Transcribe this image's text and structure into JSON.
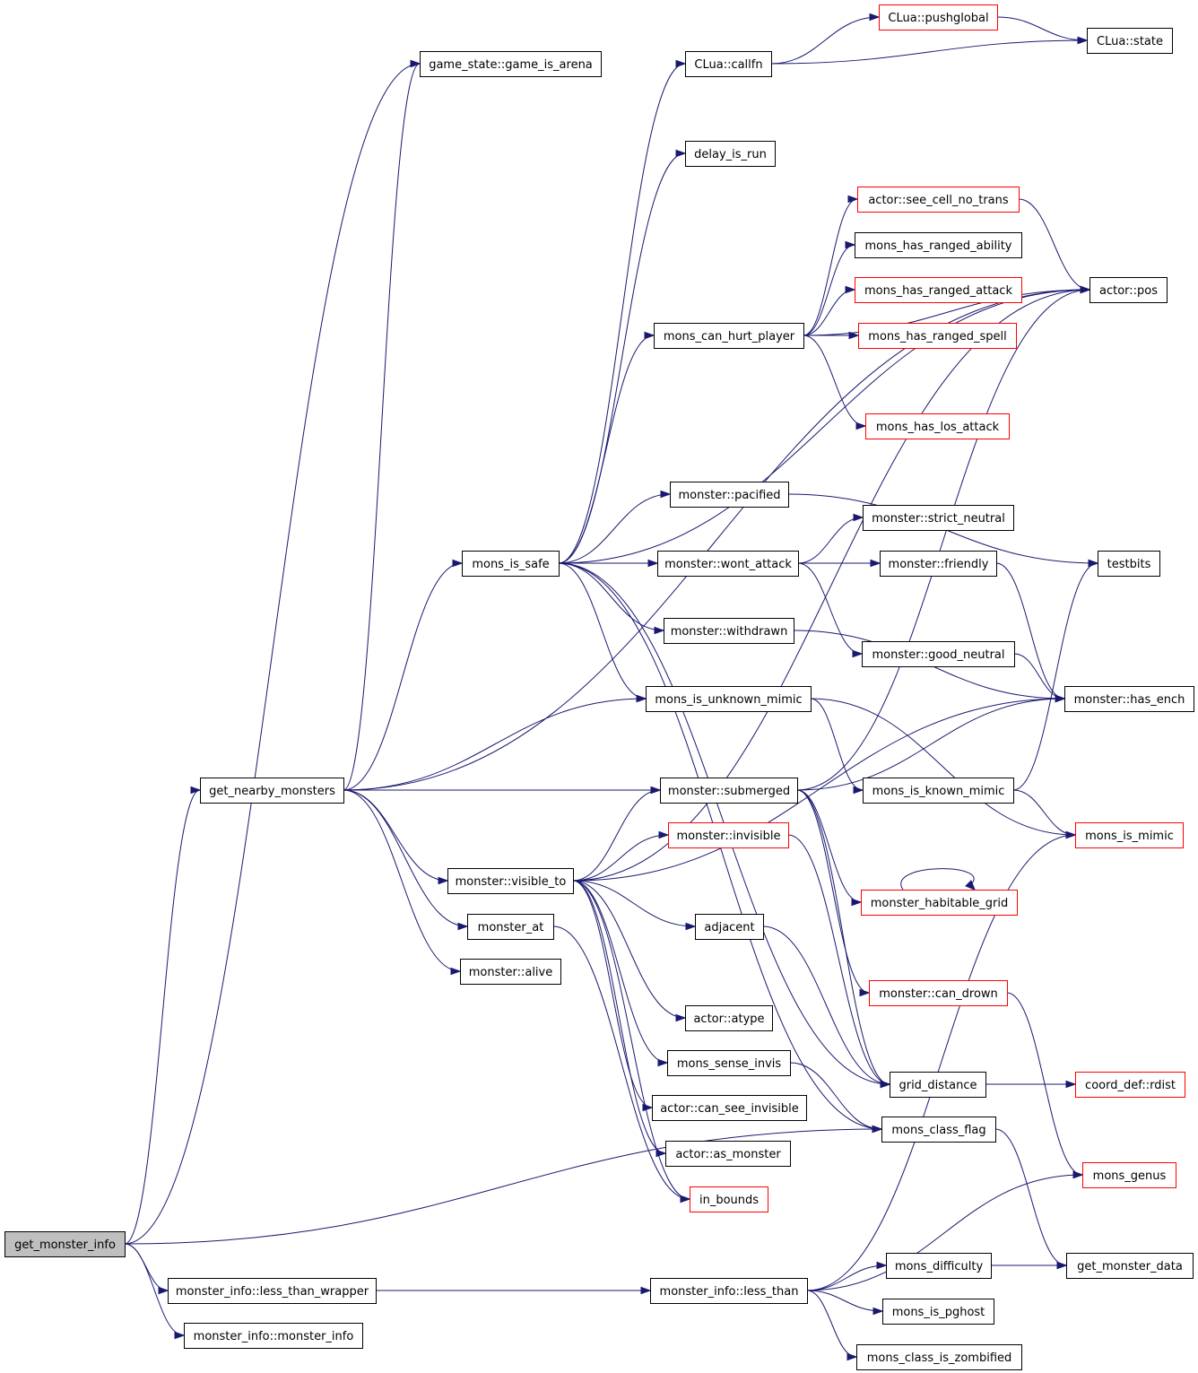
{
  "colors": {
    "edge": "#191970",
    "node_border_default": "#000000",
    "node_border_truncated": "#ff0000",
    "root_fill": "#bfbfbf",
    "node_fill": "#ffffff",
    "background": "#ffffff"
  },
  "nodes": [
    {
      "id": "n_get_monster_info",
      "label": "get_monster_info",
      "border": "black",
      "root": true
    },
    {
      "id": "n_game_is_arena",
      "label": "game_state::game_is_arena",
      "border": "black"
    },
    {
      "id": "n_get_nearby_monsters",
      "label": "get_nearby_monsters",
      "border": "black"
    },
    {
      "id": "n_mons_is_safe",
      "label": "mons_is_safe",
      "border": "black"
    },
    {
      "id": "n_clua_callfn",
      "label": "CLua::callfn",
      "border": "black"
    },
    {
      "id": "n_clua_pushglobal",
      "label": "CLua::pushglobal",
      "border": "red"
    },
    {
      "id": "n_clua_state",
      "label": "CLua::state",
      "border": "black"
    },
    {
      "id": "n_delay_is_run",
      "label": "delay_is_run",
      "border": "black"
    },
    {
      "id": "n_actor_see_cell_no_trans",
      "label": "actor::see_cell_no_trans",
      "border": "red"
    },
    {
      "id": "n_mons_has_ranged_ability",
      "label": "mons_has_ranged_ability",
      "border": "black"
    },
    {
      "id": "n_mons_has_ranged_attack",
      "label": "mons_has_ranged_attack",
      "border": "red"
    },
    {
      "id": "n_mons_has_ranged_spell",
      "label": "mons_has_ranged_spell",
      "border": "red"
    },
    {
      "id": "n_mons_can_hurt_player",
      "label": "mons_can_hurt_player",
      "border": "black"
    },
    {
      "id": "n_actor_pos",
      "label": "actor::pos",
      "border": "black"
    },
    {
      "id": "n_mons_has_los_attack",
      "label": "mons_has_los_attack",
      "border": "red"
    },
    {
      "id": "n_monster_pacified",
      "label": "monster::pacified",
      "border": "black"
    },
    {
      "id": "n_monster_strict_neutral",
      "label": "monster::strict_neutral",
      "border": "black"
    },
    {
      "id": "n_monster_wont_attack",
      "label": "monster::wont_attack",
      "border": "black"
    },
    {
      "id": "n_monster_friendly",
      "label": "monster::friendly",
      "border": "black"
    },
    {
      "id": "n_testbits",
      "label": "testbits",
      "border": "black"
    },
    {
      "id": "n_monster_withdrawn",
      "label": "monster::withdrawn",
      "border": "black"
    },
    {
      "id": "n_monster_good_neutral",
      "label": "monster::good_neutral",
      "border": "black"
    },
    {
      "id": "n_mons_is_unknown_mimic",
      "label": "mons_is_unknown_mimic",
      "border": "black"
    },
    {
      "id": "n_monster_has_ench",
      "label": "monster::has_ench",
      "border": "black"
    },
    {
      "id": "n_monster_submerged",
      "label": "monster::submerged",
      "border": "black"
    },
    {
      "id": "n_mons_is_known_mimic",
      "label": "mons_is_known_mimic",
      "border": "black"
    },
    {
      "id": "n_monster_invisible",
      "label": "monster::invisible",
      "border": "red"
    },
    {
      "id": "n_mons_is_mimic",
      "label": "mons_is_mimic",
      "border": "red"
    },
    {
      "id": "n_monster_visible_to",
      "label": "monster::visible_to",
      "border": "black"
    },
    {
      "id": "n_monster_habitable_grid",
      "label": "monster_habitable_grid",
      "border": "red"
    },
    {
      "id": "n_monster_at",
      "label": "monster_at",
      "border": "black"
    },
    {
      "id": "n_adjacent",
      "label": "adjacent",
      "border": "black"
    },
    {
      "id": "n_monster_alive",
      "label": "monster::alive",
      "border": "black"
    },
    {
      "id": "n_monster_can_drown",
      "label": "monster::can_drown",
      "border": "red"
    },
    {
      "id": "n_actor_atype",
      "label": "actor::atype",
      "border": "black"
    },
    {
      "id": "n_mons_sense_invis",
      "label": "mons_sense_invis",
      "border": "black"
    },
    {
      "id": "n_grid_distance",
      "label": "grid_distance",
      "border": "black"
    },
    {
      "id": "n_coord_def_rdist",
      "label": "coord_def::rdist",
      "border": "red"
    },
    {
      "id": "n_actor_can_see_invisible",
      "label": "actor::can_see_invisible",
      "border": "black"
    },
    {
      "id": "n_mons_class_flag",
      "label": "mons_class_flag",
      "border": "black"
    },
    {
      "id": "n_actor_as_monster",
      "label": "actor::as_monster",
      "border": "black"
    },
    {
      "id": "n_mons_genus",
      "label": "mons_genus",
      "border": "red"
    },
    {
      "id": "n_in_bounds",
      "label": "in_bounds",
      "border": "red"
    },
    {
      "id": "n_mons_difficulty",
      "label": "mons_difficulty",
      "border": "black"
    },
    {
      "id": "n_get_monster_data",
      "label": "get_monster_data",
      "border": "black"
    },
    {
      "id": "n_less_than_wrapper",
      "label": "monster_info::less_than_wrapper",
      "border": "black"
    },
    {
      "id": "n_less_than",
      "label": "monster_info::less_than",
      "border": "black"
    },
    {
      "id": "n_mons_is_pghost",
      "label": "mons_is_pghost",
      "border": "black"
    },
    {
      "id": "n_monster_info_ctor",
      "label": "monster_info::monster_info",
      "border": "black"
    },
    {
      "id": "n_mons_class_is_zombified",
      "label": "mons_class_is_zombified",
      "border": "black"
    }
  ],
  "edges": [
    [
      "n_get_monster_info",
      "n_game_is_arena"
    ],
    [
      "n_get_monster_info",
      "n_get_nearby_monsters"
    ],
    [
      "n_get_monster_info",
      "n_mons_class_flag"
    ],
    [
      "n_get_monster_info",
      "n_less_than_wrapper"
    ],
    [
      "n_get_monster_info",
      "n_monster_info_ctor"
    ],
    [
      "n_get_nearby_monsters",
      "n_game_is_arena"
    ],
    [
      "n_get_nearby_monsters",
      "n_mons_is_safe"
    ],
    [
      "n_get_nearby_monsters",
      "n_mons_is_unknown_mimic"
    ],
    [
      "n_get_nearby_monsters",
      "n_monster_submerged"
    ],
    [
      "n_get_nearby_monsters",
      "n_monster_visible_to"
    ],
    [
      "n_get_nearby_monsters",
      "n_monster_at"
    ],
    [
      "n_get_nearby_monsters",
      "n_monster_alive"
    ],
    [
      "n_get_nearby_monsters",
      "n_actor_pos"
    ],
    [
      "n_mons_is_safe",
      "n_clua_callfn"
    ],
    [
      "n_mons_is_safe",
      "n_delay_is_run"
    ],
    [
      "n_mons_is_safe",
      "n_actor_pos"
    ],
    [
      "n_mons_is_safe",
      "n_mons_can_hurt_player"
    ],
    [
      "n_mons_is_safe",
      "n_monster_pacified"
    ],
    [
      "n_mons_is_safe",
      "n_monster_wont_attack"
    ],
    [
      "n_mons_is_safe",
      "n_monster_withdrawn"
    ],
    [
      "n_mons_is_safe",
      "n_mons_is_unknown_mimic"
    ],
    [
      "n_mons_is_safe",
      "n_grid_distance"
    ],
    [
      "n_mons_is_safe",
      "n_mons_class_flag"
    ],
    [
      "n_clua_callfn",
      "n_clua_pushglobal"
    ],
    [
      "n_clua_callfn",
      "n_clua_state"
    ],
    [
      "n_clua_pushglobal",
      "n_clua_state"
    ],
    [
      "n_mons_can_hurt_player",
      "n_actor_see_cell_no_trans"
    ],
    [
      "n_mons_can_hurt_player",
      "n_mons_has_ranged_ability"
    ],
    [
      "n_mons_can_hurt_player",
      "n_mons_has_ranged_attack"
    ],
    [
      "n_mons_can_hurt_player",
      "n_mons_has_ranged_spell"
    ],
    [
      "n_mons_can_hurt_player",
      "n_actor_pos"
    ],
    [
      "n_mons_can_hurt_player",
      "n_mons_has_los_attack"
    ],
    [
      "n_actor_see_cell_no_trans",
      "n_actor_pos"
    ],
    [
      "n_monster_pacified",
      "n_testbits"
    ],
    [
      "n_monster_wont_attack",
      "n_monster_strict_neutral"
    ],
    [
      "n_monster_wont_attack",
      "n_monster_friendly"
    ],
    [
      "n_monster_wont_attack",
      "n_monster_good_neutral"
    ],
    [
      "n_monster_friendly",
      "n_monster_has_ench"
    ],
    [
      "n_monster_good_neutral",
      "n_monster_has_ench"
    ],
    [
      "n_monster_withdrawn",
      "n_monster_has_ench"
    ],
    [
      "n_mons_is_unknown_mimic",
      "n_mons_is_known_mimic"
    ],
    [
      "n_mons_is_unknown_mimic",
      "n_mons_is_mimic"
    ],
    [
      "n_mons_is_known_mimic",
      "n_testbits"
    ],
    [
      "n_mons_is_known_mimic",
      "n_mons_is_mimic"
    ],
    [
      "n_monster_submerged",
      "n_actor_pos"
    ],
    [
      "n_monster_submerged",
      "n_monster_habitable_grid"
    ],
    [
      "n_monster_submerged",
      "n_monster_can_drown"
    ],
    [
      "n_monster_submerged",
      "n_monster_has_ench"
    ],
    [
      "n_monster_submerged",
      "n_grid_distance"
    ],
    [
      "n_monster_habitable_grid",
      "n_monster_habitable_grid"
    ],
    [
      "n_monster_invisible",
      "n_grid_distance"
    ],
    [
      "n_monster_visible_to",
      "n_actor_pos"
    ],
    [
      "n_monster_visible_to",
      "n_monster_submerged"
    ],
    [
      "n_monster_visible_to",
      "n_monster_invisible"
    ],
    [
      "n_monster_visible_to",
      "n_adjacent"
    ],
    [
      "n_monster_visible_to",
      "n_actor_atype"
    ],
    [
      "n_monster_visible_to",
      "n_mons_sense_invis"
    ],
    [
      "n_monster_visible_to",
      "n_actor_can_see_invisible"
    ],
    [
      "n_monster_visible_to",
      "n_actor_as_monster"
    ],
    [
      "n_monster_visible_to",
      "n_in_bounds"
    ],
    [
      "n_monster_visible_to",
      "n_monster_has_ench"
    ],
    [
      "n_monster_at",
      "n_in_bounds"
    ],
    [
      "n_adjacent",
      "n_grid_distance"
    ],
    [
      "n_monster_can_drown",
      "n_mons_genus"
    ],
    [
      "n_mons_sense_invis",
      "n_mons_class_flag"
    ],
    [
      "n_grid_distance",
      "n_coord_def_rdist"
    ],
    [
      "n_mons_class_flag",
      "n_get_monster_data"
    ],
    [
      "n_less_than_wrapper",
      "n_less_than"
    ],
    [
      "n_less_than",
      "n_mons_is_mimic"
    ],
    [
      "n_less_than",
      "n_mons_genus"
    ],
    [
      "n_less_than",
      "n_mons_difficulty"
    ],
    [
      "n_less_than",
      "n_mons_is_pghost"
    ],
    [
      "n_less_than",
      "n_mons_class_is_zombified"
    ],
    [
      "n_mons_difficulty",
      "n_get_monster_data"
    ]
  ]
}
